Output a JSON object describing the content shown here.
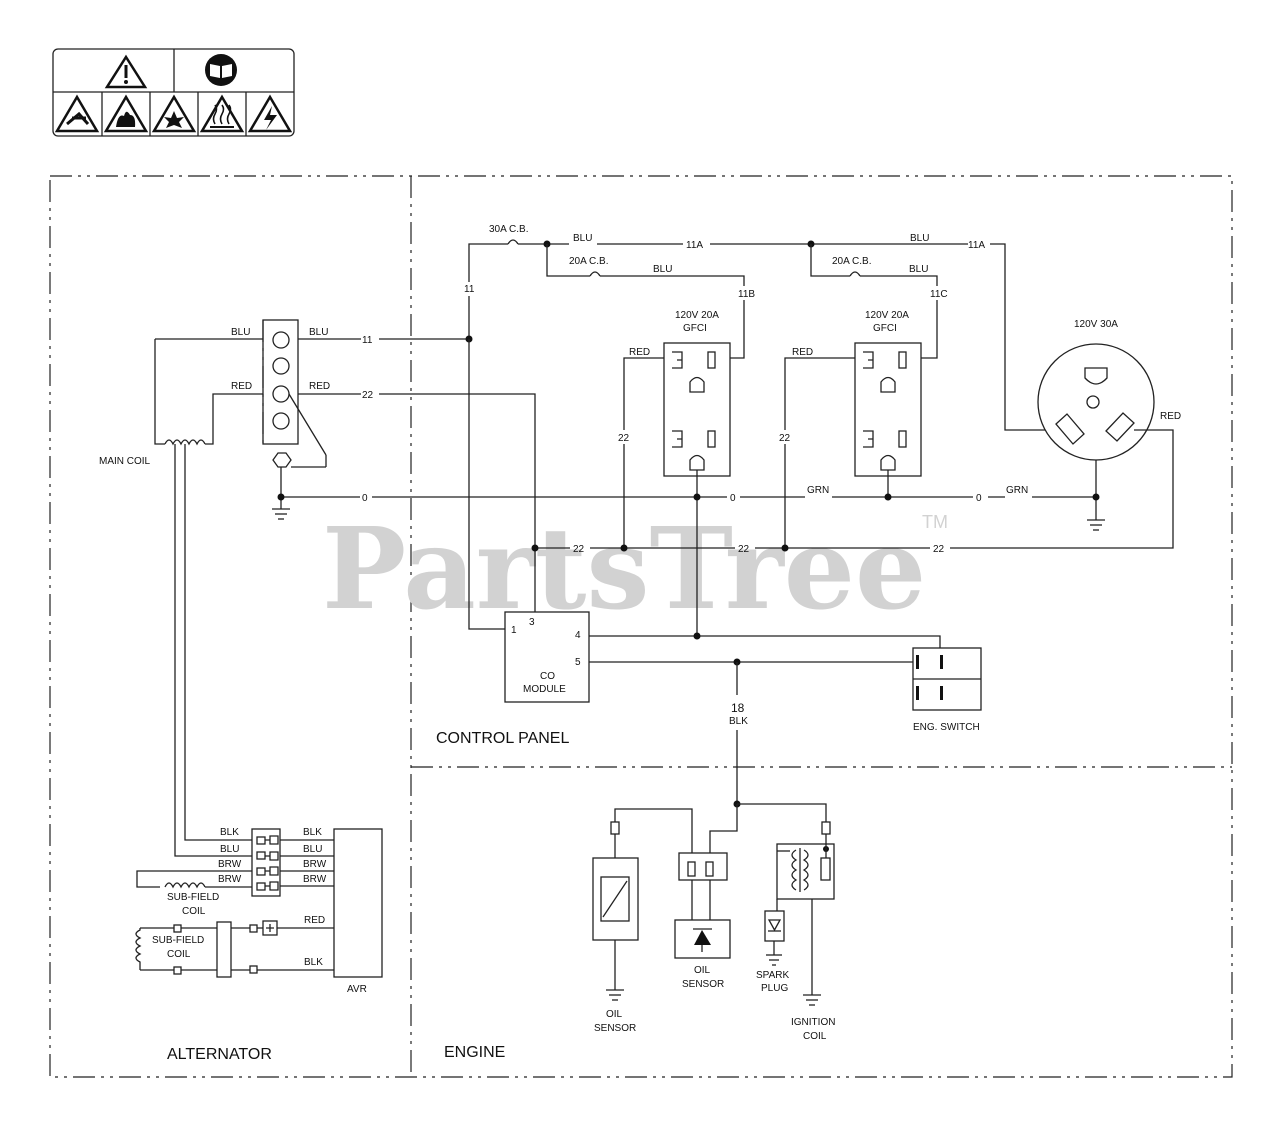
{
  "sections": {
    "alternator": "ALTERNATOR",
    "control_panel": "CONTROL PANEL",
    "engine": "ENGINE"
  },
  "watermark": {
    "text": "PartsTree",
    "tm": "TM"
  },
  "breakers": {
    "main": "30A C.B.",
    "left": "20A C.B.",
    "right": "20A C.B."
  },
  "outlets": {
    "gfci_left": {
      "line1": "120V 20A",
      "line2": "GFCI"
    },
    "gfci_right": {
      "line1": "120V 20A",
      "line2": "GFCI"
    },
    "twistlock": "120V 30A"
  },
  "wire_labels": {
    "blu": "BLU",
    "red": "RED",
    "grn": "GRN",
    "blk": "BLK",
    "brw": "BRW",
    "w11": "11",
    "w11a": "11A",
    "w11b": "11B",
    "w11c": "11C",
    "w22": "22",
    "w0": "0",
    "w18": "18"
  },
  "components": {
    "main_coil": "MAIN COIL",
    "co_module": {
      "line1": "CO",
      "line2": "MODULE",
      "pins": [
        "1",
        "3",
        "4",
        "5"
      ]
    },
    "eng_switch": "ENG. SWITCH",
    "sub_field_coil": {
      "line1": "SUB-FIELD",
      "line2": "COIL"
    },
    "avr": "AVR",
    "oil_sensor": {
      "line1": "OIL",
      "line2": "SENSOR"
    },
    "spark_plug": {
      "line1": "SPARK",
      "line2": "PLUG"
    },
    "ignition_coil": {
      "line1": "IGNITION",
      "line2": "COIL"
    }
  },
  "warning_icons": [
    "warning-icon",
    "manual-icon",
    "fan-hazard-icon",
    "fire-hazard-icon",
    "explosion-hazard-icon",
    "hot-surface-icon",
    "shock-hazard-icon"
  ]
}
